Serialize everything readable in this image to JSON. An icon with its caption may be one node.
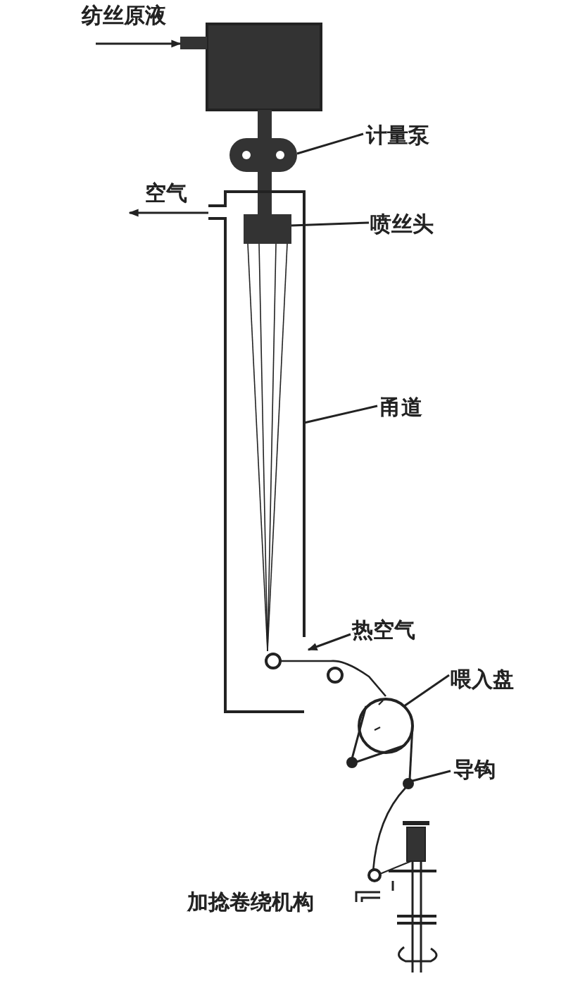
{
  "diagram": {
    "nodes": [
      {
        "text": [],
        "shape": "box"
      },
      {
        "text": [],
        "shape": "pump"
      },
      {
        "text": [],
        "shape": "box",
        "in": 5
      },
      {
        "text": [
          "计量泵"
        ]
      },
      {
        "text": [
          "喷丝头"
        ]
      },
      {
        "text": [],
        "shape": "box"
      },
      {
        "text": [
          "甬道"
        ]
      },
      {
        "text": [
          "热空气"
        ]
      },
      {
        "text": [],
        "shape": "circle"
      },
      {
        "text": [
          "喂入盘"
        ]
      },
      {
        "text": [],
        "shape": "circle"
      },
      {
        "text": [
          "导钩"
        ]
      }
    ],
    "edges": [
      {
        "from": null,
        "to": 0,
        "arrow": "to",
        "label": "纺丝原液"
      },
      {
        "from": 3,
        "to": 1,
        "arrow": "none"
      },
      {
        "from": 4,
        "to": 2,
        "arrow": "none"
      },
      {
        "from": 5,
        "to": null,
        "arrow": "to",
        "label": "空气"
      },
      {
        "from": 6,
        "to": 5,
        "arrow": "none"
      },
      {
        "from": 7,
        "to": 5,
        "arrow": "to"
      },
      {
        "from": 9,
        "to": 8,
        "arrow": "none"
      },
      {
        "from": 11,
        "to": 10,
        "arrow": "none"
      },
      {
        "from": 8,
        "to": 10,
        "arrow": "none"
      }
    ],
    "labels": [
      "加捻卷绕机构"
    ]
  }
}
